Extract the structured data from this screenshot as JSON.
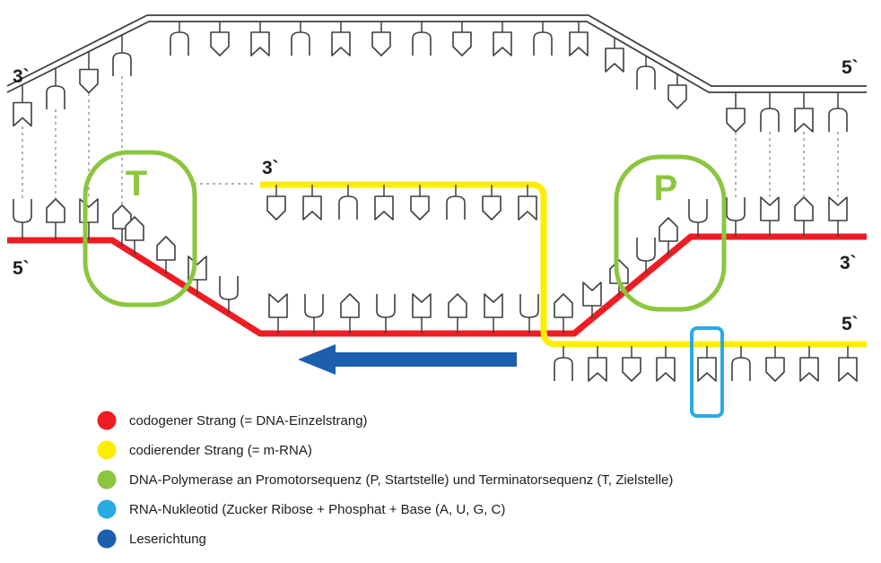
{
  "labels": {
    "top_left": "3`",
    "top_right": "5`",
    "mrna_top": "3`",
    "red_left": "5`",
    "red_right": "3`",
    "mrna_bottom_right": "5`",
    "terminator": "T",
    "promoter": "P"
  },
  "colors": {
    "red": "#ee1c23",
    "yellow": "#fdee00",
    "green": "#8cc63e",
    "cyan": "#29abe2",
    "blue": "#1b5fae",
    "outline": "#3f3f3f"
  },
  "legend": {
    "items": [
      {
        "color_key": "red",
        "text": "codogener Strang (= DNA-Einzelstrang)"
      },
      {
        "color_key": "yellow",
        "text": "codierender Strang (= m-RNA)"
      },
      {
        "color_key": "green",
        "text": "DNA-Polymerase an Promotorsequenz (P, Startstelle) und Terminatorsequenz (T, Zielstelle)"
      },
      {
        "color_key": "cyan",
        "text": "RNA-Nukleotid (Zucker Ribose + Phosphat + Base (A, U, G, C)"
      },
      {
        "color_key": "blue",
        "text": "Leserichtung"
      }
    ]
  }
}
